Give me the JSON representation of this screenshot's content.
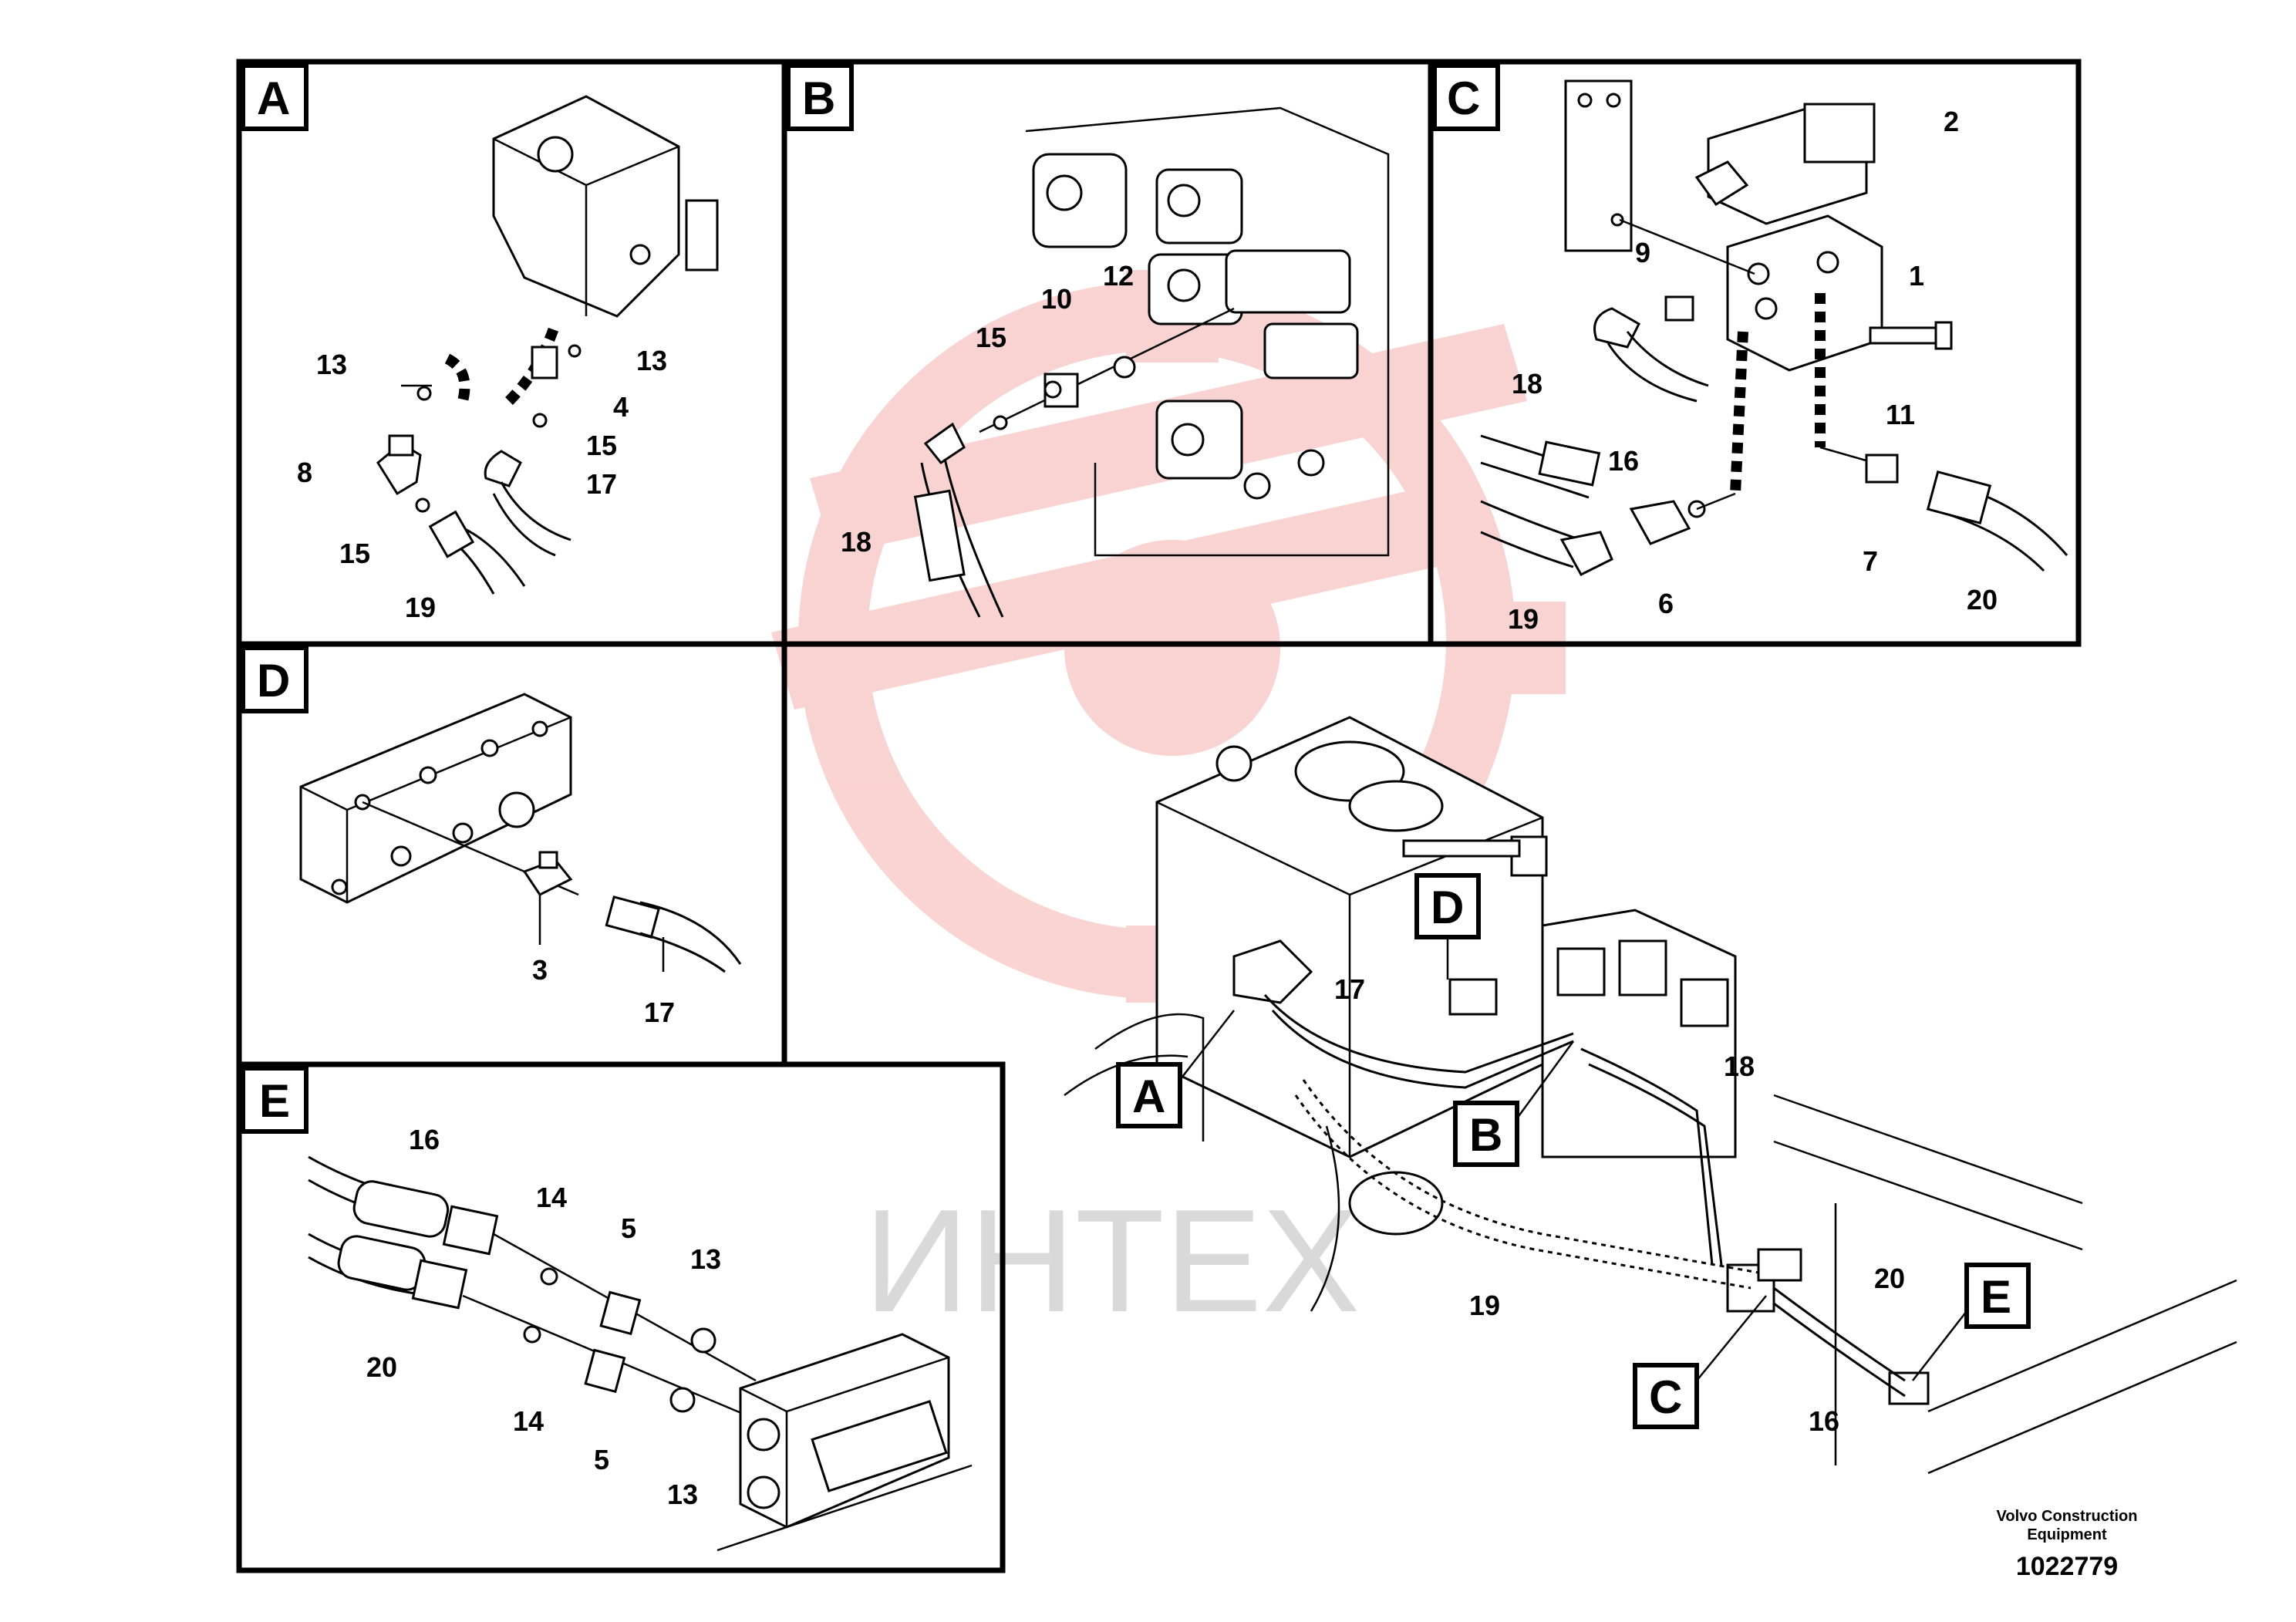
{
  "panels": {
    "A": {
      "letter": "A",
      "callouts": [
        "13",
        "13",
        "4",
        "8",
        "15",
        "17",
        "15",
        "19"
      ]
    },
    "B": {
      "letter": "B",
      "callouts": [
        "10",
        "12",
        "15",
        "18"
      ]
    },
    "C": {
      "letter": "C",
      "callouts": [
        "2",
        "9",
        "1",
        "18",
        "16",
        "11",
        "6",
        "7",
        "19",
        "20"
      ]
    },
    "D": {
      "letter": "D",
      "callouts": [
        "3",
        "17"
      ]
    },
    "E": {
      "letter": "E",
      "callouts": [
        "16",
        "14",
        "5",
        "13",
        "20",
        "14",
        "5",
        "13"
      ]
    }
  },
  "main_view": {
    "labels": [
      "D",
      "A",
      "B",
      "C",
      "E"
    ],
    "callouts": [
      "17",
      "18",
      "19",
      "20",
      "16"
    ]
  },
  "watermark": {
    "text": "ИНТЕХ",
    "color": "#f4a0a0"
  },
  "footer": {
    "company": "Volvo Construction",
    "company_line2": "Equipment",
    "drawing_number": "1022779"
  }
}
